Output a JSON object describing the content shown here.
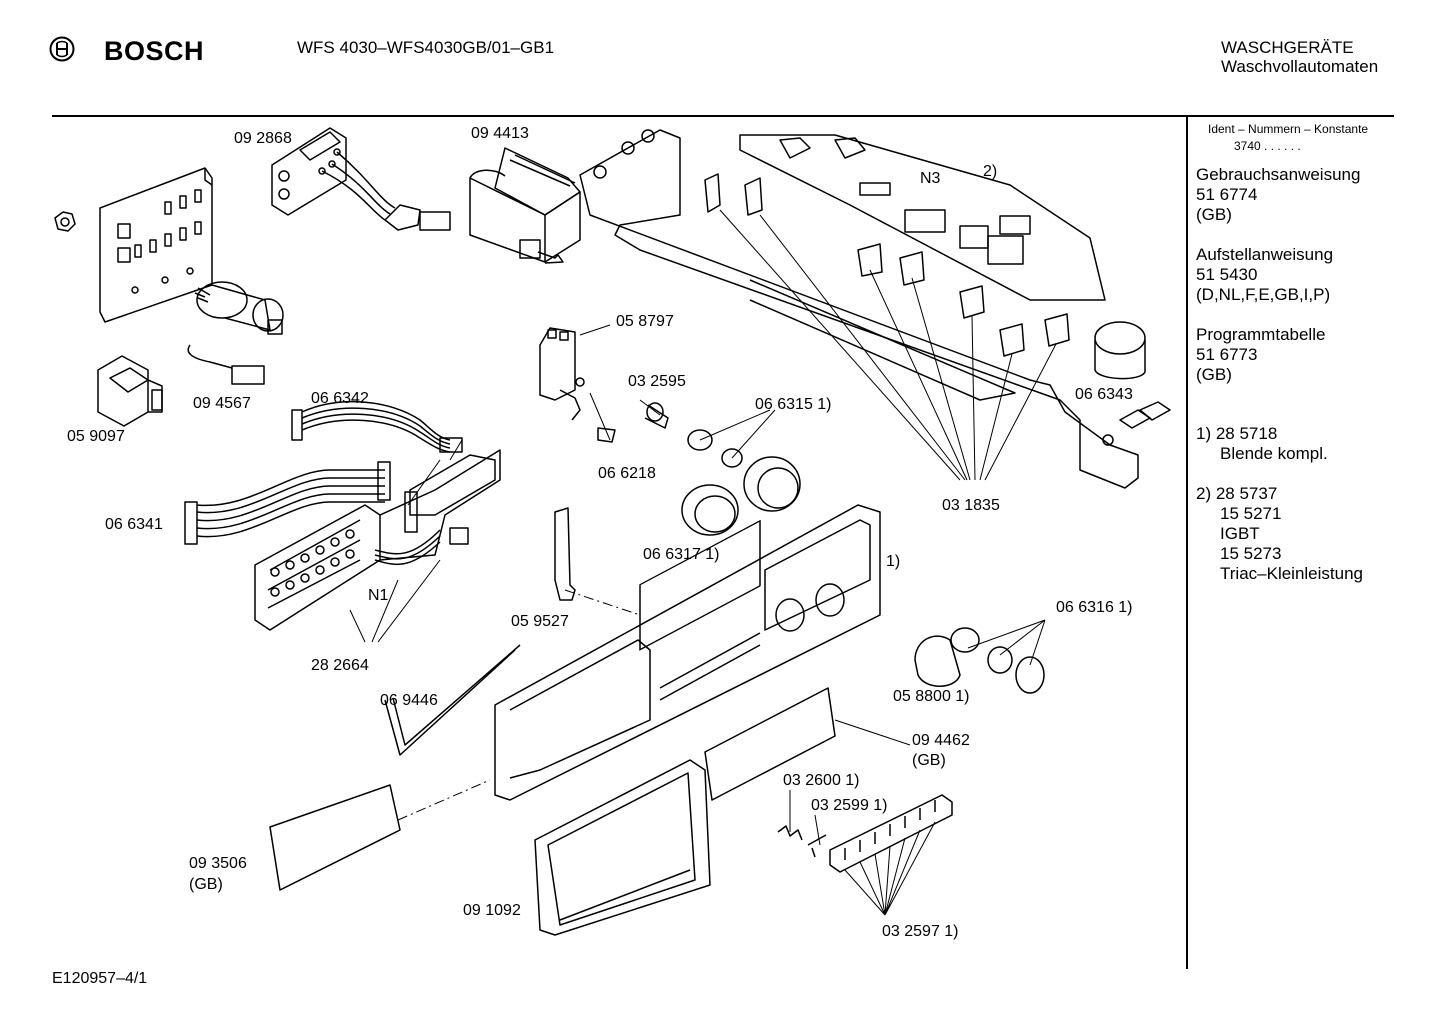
{
  "header": {
    "brand": "BOSCH",
    "model": "WFS 4030–WFS4030GB/01–GB1",
    "category_line1": "WASCHGERÄTE",
    "category_line2": "Waschvollautomaten"
  },
  "parts": [
    {
      "id": "p01",
      "label": "09 2868"
    },
    {
      "id": "p02",
      "label": "09 4413"
    },
    {
      "id": "p03",
      "label": "N3"
    },
    {
      "id": "p04",
      "label": "2)"
    },
    {
      "id": "p05",
      "label": "09 4567"
    },
    {
      "id": "p06",
      "label": "05 9097"
    },
    {
      "id": "p07",
      "label": "06 6342"
    },
    {
      "id": "p08",
      "label": "05 8797"
    },
    {
      "id": "p09",
      "label": "03 2595"
    },
    {
      "id": "p10",
      "label": "06 6315 1)"
    },
    {
      "id": "p11",
      "label": "06 6343"
    },
    {
      "id": "p12",
      "label": "06 6218"
    },
    {
      "id": "p13",
      "label": "06 6341"
    },
    {
      "id": "p14",
      "label": "03 1835"
    },
    {
      "id": "p15",
      "label": "06 6317 1)"
    },
    {
      "id": "p16",
      "label": "1)"
    },
    {
      "id": "p17",
      "label": "N1"
    },
    {
      "id": "p18",
      "label": "05 9527"
    },
    {
      "id": "p19",
      "label": "06 6316 1)"
    },
    {
      "id": "p20",
      "label": "28 2664"
    },
    {
      "id": "p21",
      "label": "05 8800 1)"
    },
    {
      "id": "p22",
      "label": "06 9446"
    },
    {
      "id": "p23",
      "label": "09 4462"
    },
    {
      "id": "p24",
      "label": "(GB)"
    },
    {
      "id": "p25",
      "label": "03 2600 1)"
    },
    {
      "id": "p26",
      "label": "03 2599 1)"
    },
    {
      "id": "p27",
      "label": "09 3506"
    },
    {
      "id": "p28",
      "label": "(GB)"
    },
    {
      "id": "p29",
      "label": "09 1092"
    },
    {
      "id": "p30",
      "label": "03 2597 1)"
    }
  ],
  "sidebar": {
    "ident_title": "Ident – Nummern – Konstante",
    "ident_value": "3740 . . . . . .",
    "docs": [
      {
        "title": "Gebrauchsanweisung",
        "number": "51 6774",
        "lang": "(GB)"
      },
      {
        "title": "Aufstellanweisung",
        "number": "51 5430",
        "lang": "(D,NL,F,E,GB,I,P)"
      },
      {
        "title": "Programmtabelle",
        "number": "51 6773",
        "lang": "(GB)"
      }
    ],
    "note1": {
      "num": "1) 28 5718",
      "desc": "Blende kompl."
    },
    "note2": {
      "line1": "2) 28 5737",
      "line2": "15 5271",
      "line3": "IGBT",
      "line4": "15 5273",
      "line5": "Triac–Kleinleistung"
    }
  },
  "footer": {
    "ref": "E120957–4/1"
  }
}
